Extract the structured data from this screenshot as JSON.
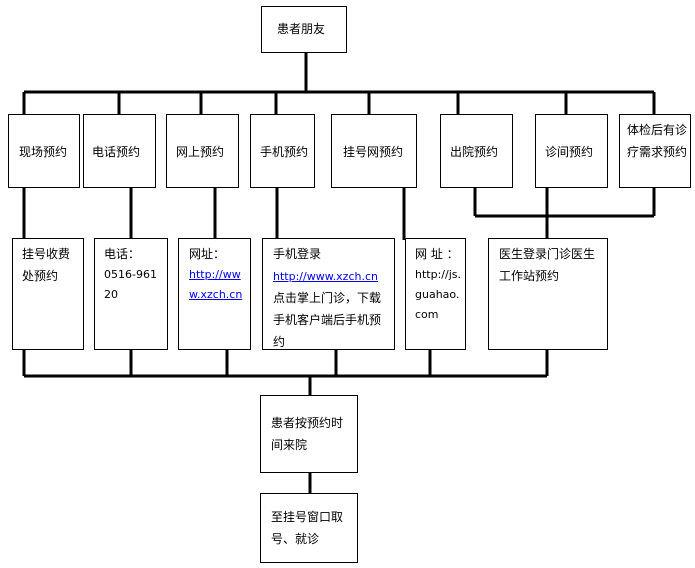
{
  "top": {
    "label": "患者朋友"
  },
  "methods": [
    {
      "label": "现场预约"
    },
    {
      "label": "电话预约"
    },
    {
      "label": "网上预约"
    },
    {
      "label": "手机预约"
    },
    {
      "label": "挂号网预约"
    },
    {
      "label": "出院预约"
    },
    {
      "label": "诊间预约"
    },
    {
      "label": "体检后有诊疗需求预约"
    }
  ],
  "details": {
    "onsite": {
      "text": "挂号收费处预约"
    },
    "phone": {
      "label": "电话：",
      "number": "0516-96120"
    },
    "web": {
      "label": "网址：",
      "url": "http://www.xzch.cn"
    },
    "mobile": {
      "line1": "手机登录",
      "url": "http://www.xzch.cn",
      "suffix": "点击掌上门诊，下载手机客户端后手机预约"
    },
    "reg_site": {
      "label": "网 址 ：",
      "url": "http://js.guahao.com"
    },
    "doctor": {
      "text": "医生登录门诊医生工作站预约"
    }
  },
  "visit": {
    "label": "患者按预约时间来院"
  },
  "final": {
    "label": "至挂号窗口取号、就诊"
  }
}
